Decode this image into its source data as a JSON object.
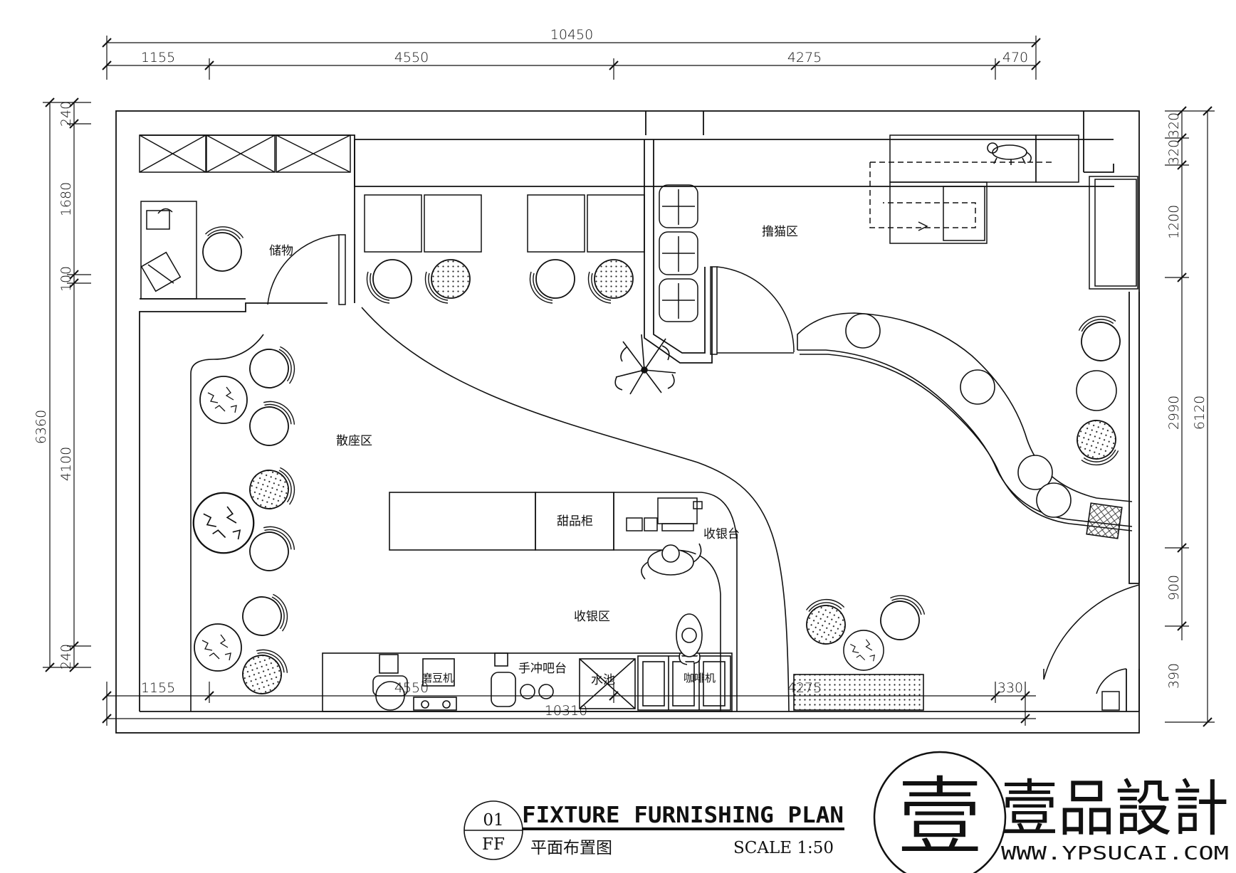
{
  "dimensions": {
    "top_total": "10450",
    "top_segments": [
      "1155",
      "4550",
      "4275",
      "470"
    ],
    "bottom_segments": [
      "1155",
      "4550",
      "4275",
      "330"
    ],
    "bottom_total": "10310",
    "left_total": "6360",
    "left_segments": [
      "240",
      "1680",
      "100",
      "4100",
      "240"
    ],
    "right_segments": [
      "320",
      "320",
      "1200",
      "2990",
      "900",
      "390"
    ],
    "right_total": "6120"
  },
  "rooms": {
    "storage": "储物",
    "cat_area": "撸猫区",
    "seating_area": "散座区",
    "dessert_cabinet": "甜品柜",
    "cashier_counter": "收银台",
    "cashier_area": "收银区",
    "pour_over_bar": "手冲吧台",
    "grinder": "磨豆机",
    "sink": "水池",
    "coffee_machine": "咖啡机"
  },
  "title_block": {
    "number": "01",
    "sheet": "FF",
    "title": "FIXTURE FURNISHING PLAN",
    "subtitle": "平面布置图",
    "scale": "SCALE 1:50"
  },
  "logo": {
    "glyph": "壹",
    "name": "壹品設計",
    "url": "WWW.YPSUCAI.COM"
  }
}
